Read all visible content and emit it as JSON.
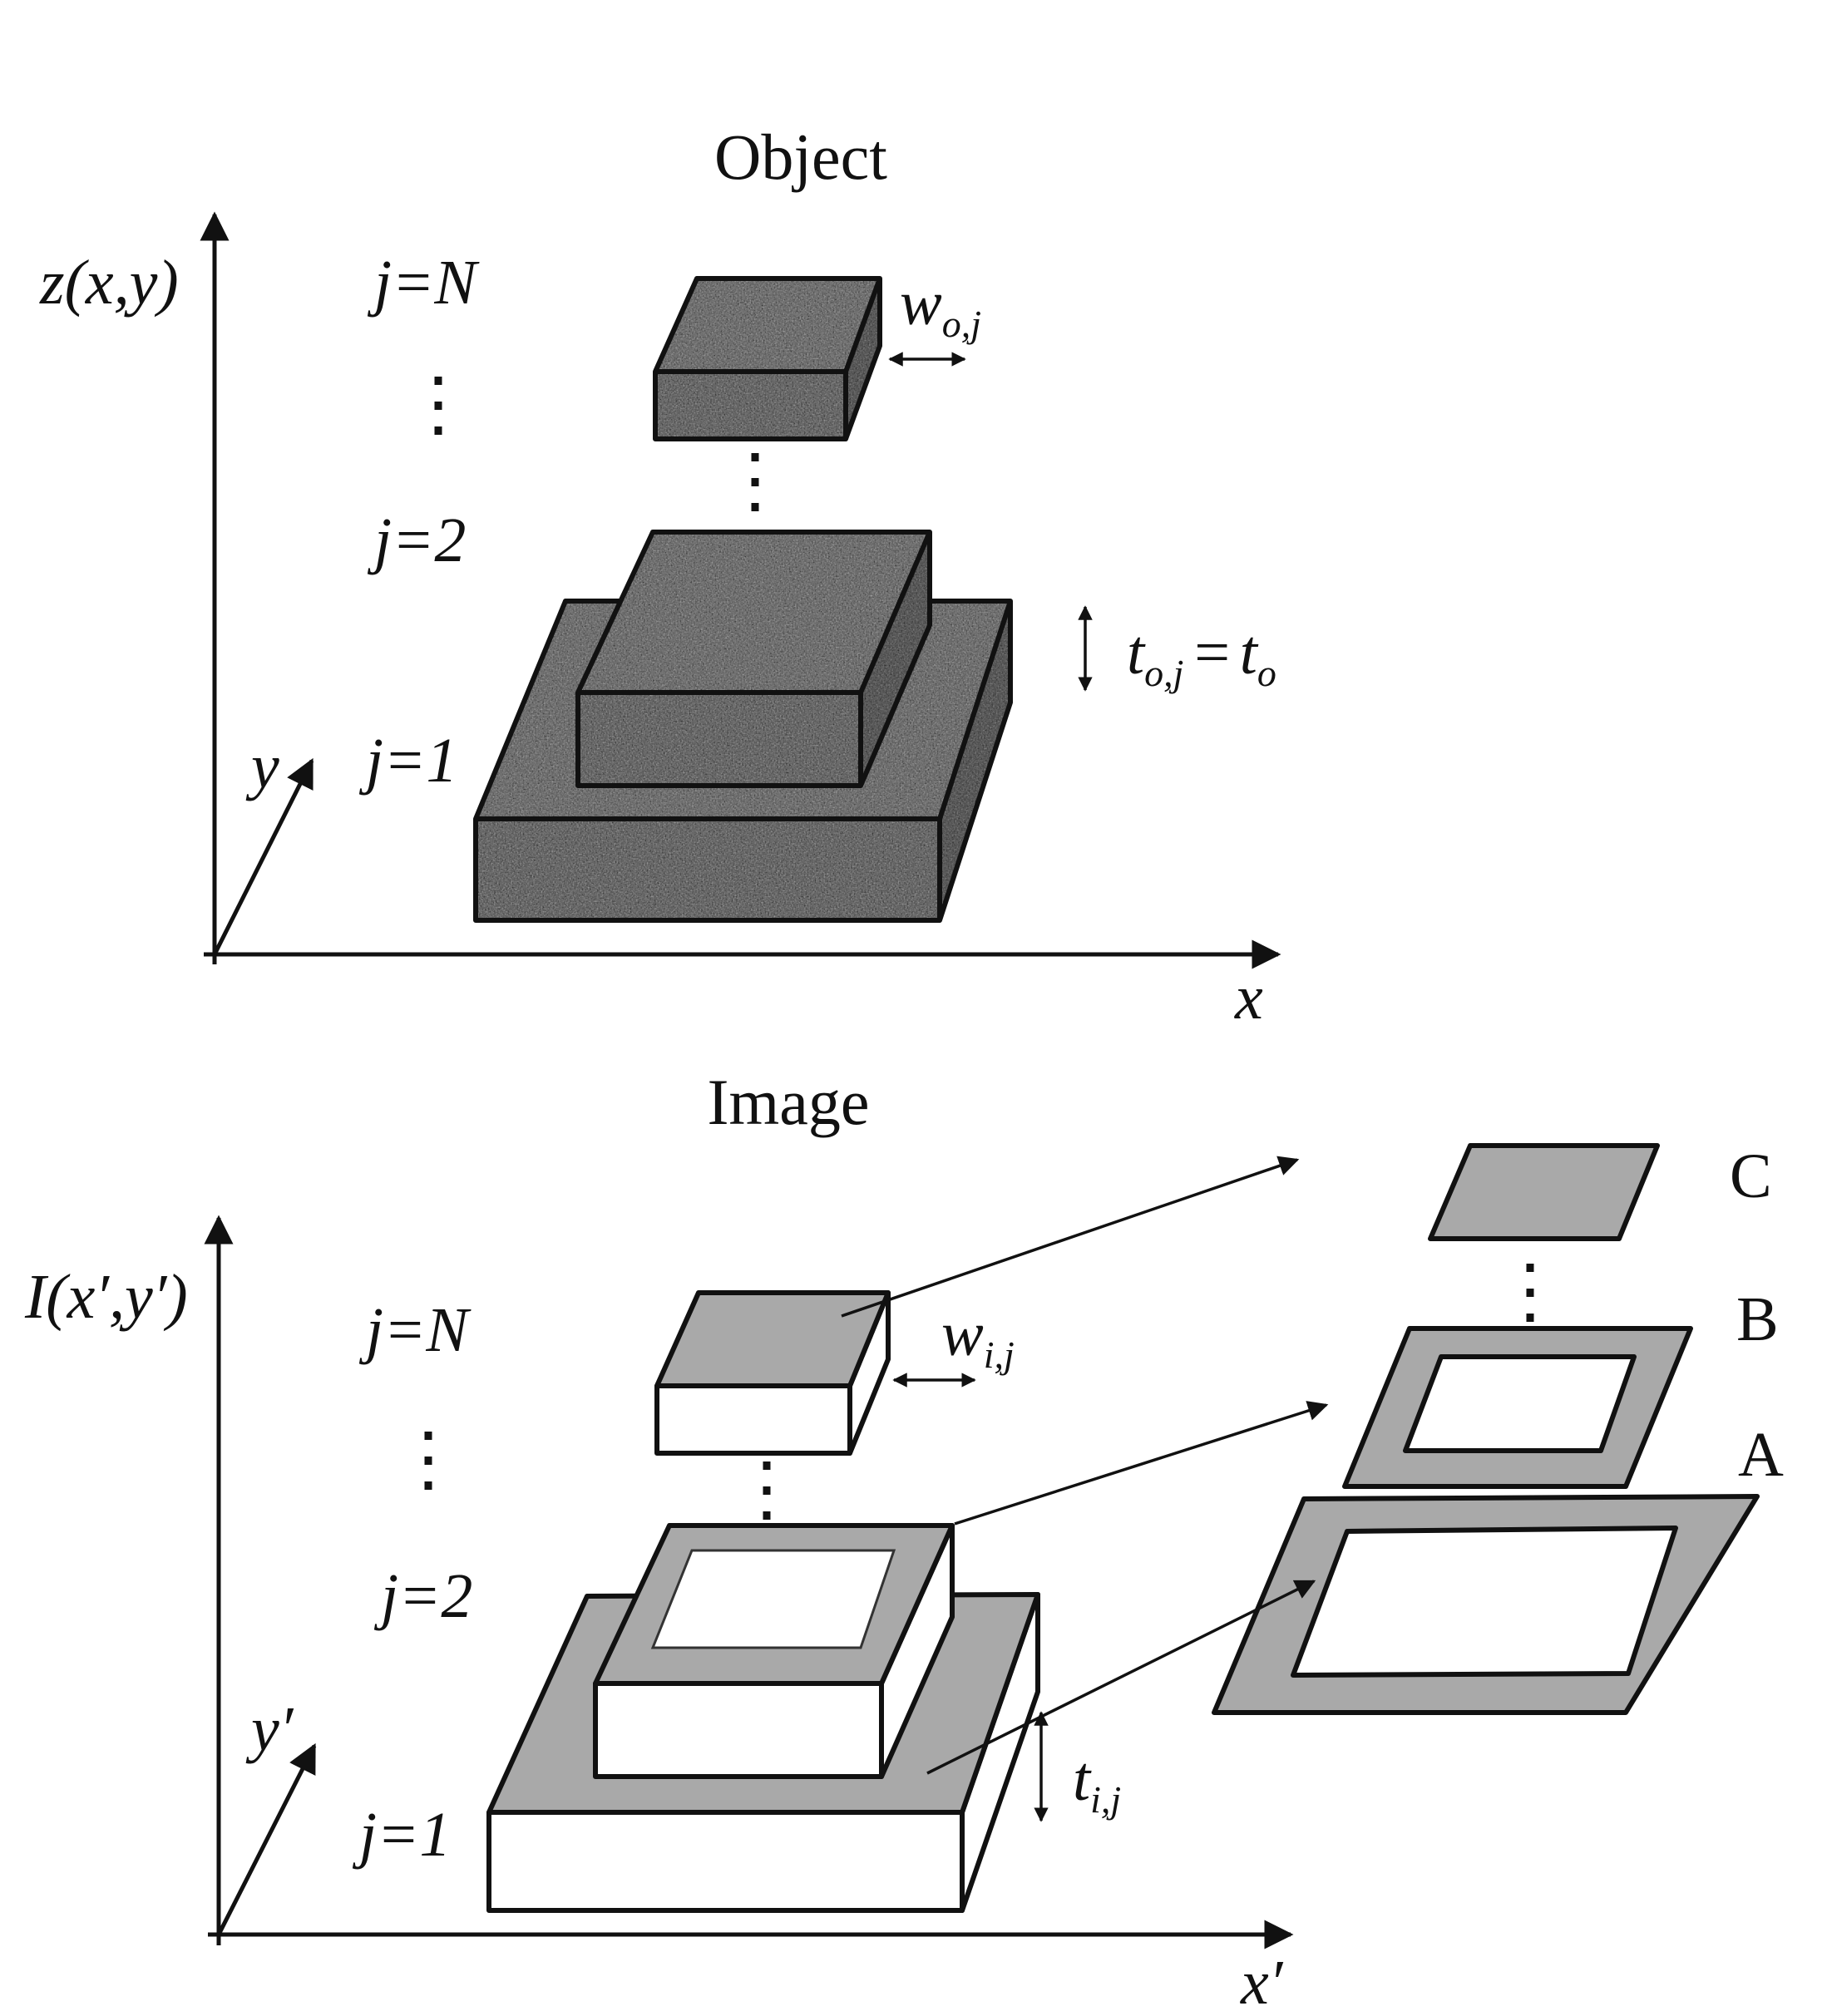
{
  "object_panel": {
    "title": "Object",
    "z_axis_label": {
      "main": "z(x,y)"
    },
    "x_axis_label": "x",
    "y_axis_label": "y",
    "layers": {
      "top": "j=N",
      "second": "j=2",
      "first": "j=1"
    },
    "width_label": {
      "main": "w",
      "sub": "o,j"
    },
    "thickness_label": {
      "main": "t",
      "sub": "o,j",
      "eq": "=",
      "rhs": "t",
      "rhs_sub": "o"
    }
  },
  "image_panel": {
    "title": "Image",
    "intensity_axis_label": {
      "main": "I(x′,y′)"
    },
    "x_axis_label": "x′",
    "y_axis_label": "y′",
    "layers": {
      "top": "j=N",
      "second": "j=2",
      "first": "j=1"
    },
    "width_label": {
      "main": "w",
      "sub": "i,j"
    },
    "thickness_label": {
      "main": "t",
      "sub": "i,j"
    }
  },
  "regions": {
    "a": "A",
    "b": "B",
    "c": "C"
  },
  "colors": {
    "gray_fill": "#a9a9a9",
    "textured_fill": "#4b4b4b",
    "box_side": "#ffffff",
    "ink": "#111111"
  }
}
